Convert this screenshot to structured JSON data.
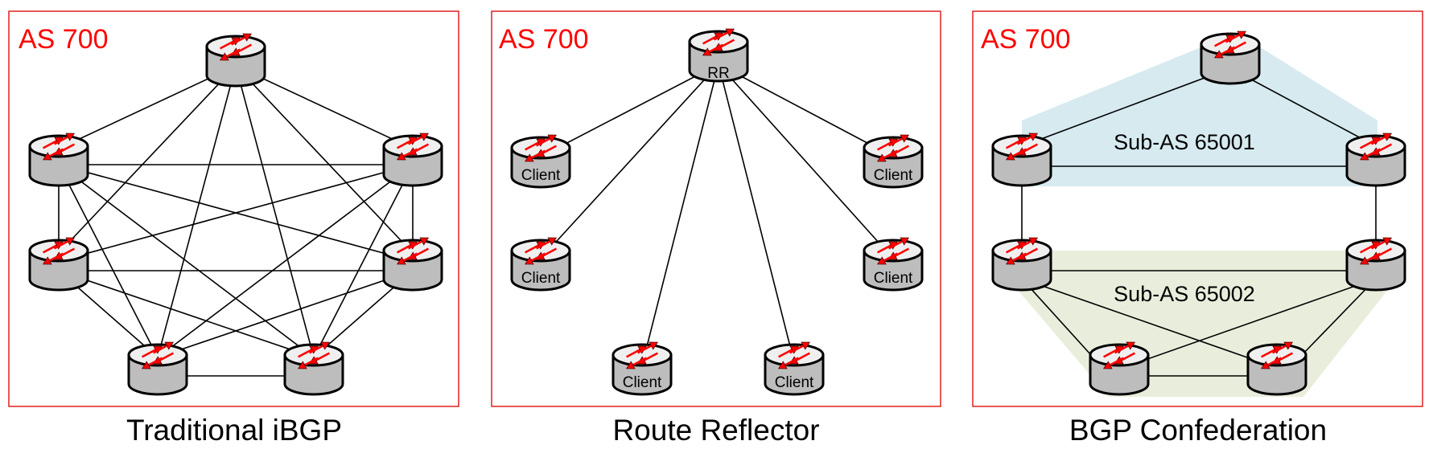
{
  "panels": [
    {
      "id": "traditional",
      "as_label": "AS 700",
      "caption": "Traditional iBGP"
    },
    {
      "id": "route-reflector",
      "as_label": "AS 700",
      "caption": "Route Reflector",
      "rr_label": "RR",
      "client_label": "Client"
    },
    {
      "id": "confederation",
      "as_label": "AS 700",
      "caption": "BGP Confederation",
      "sub_as": [
        {
          "label": "Sub-AS 65001"
        },
        {
          "label": "Sub-AS 65002"
        }
      ]
    }
  ],
  "colors": {
    "frame": "#e02020",
    "as_label": "#ff0000",
    "sub_as_65001": "#d6eaf0",
    "sub_as_65002": "#e8eedb",
    "router_arrows": "#ff0000"
  },
  "icons": {
    "router": "router-icon"
  }
}
